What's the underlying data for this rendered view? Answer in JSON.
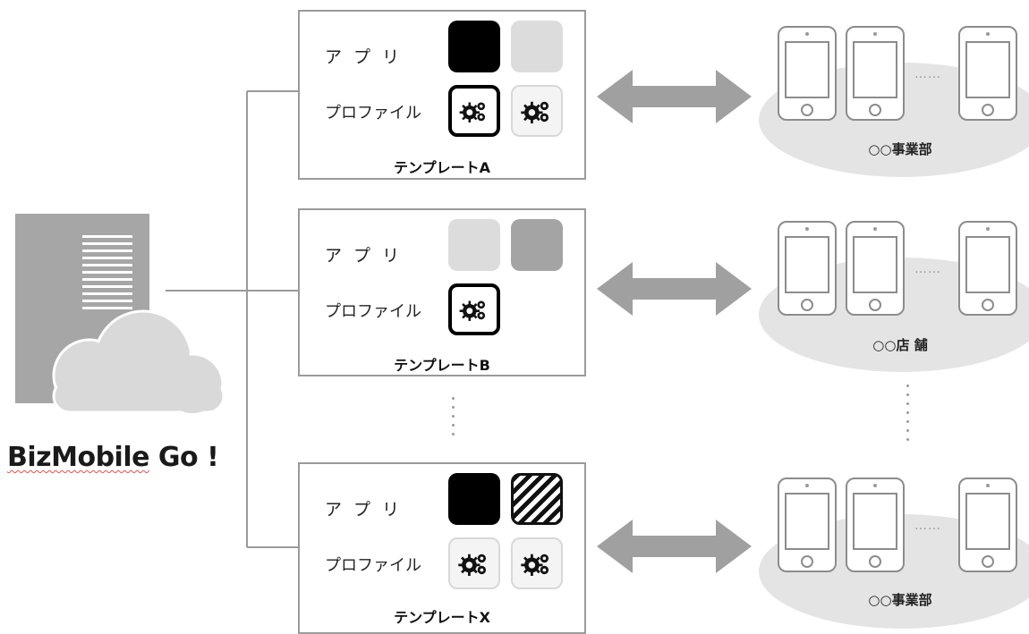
{
  "brand": {
    "name_part1": "BizMobile",
    "name_part2": " Go !"
  },
  "templates": [
    {
      "name": "テンプレートA",
      "app_label": "アプリ",
      "profile_label": "プロファイル",
      "apps": [
        "black",
        "light"
      ],
      "profiles": [
        "thick",
        "thin"
      ]
    },
    {
      "name": "テンプレートB",
      "app_label": "アプリ",
      "profile_label": "プロファイル",
      "apps": [
        "light",
        "mid"
      ],
      "profiles": [
        "thick"
      ]
    },
    {
      "name": "テンプレートX",
      "app_label": "アプリ",
      "profile_label": "プロファイル",
      "apps": [
        "black",
        "stripe"
      ],
      "profiles": [
        "thin",
        "thin"
      ]
    }
  ],
  "groups": [
    {
      "label": "○○事業部",
      "dots": "……"
    },
    {
      "label": "○○店 舗",
      "dots": "……"
    },
    {
      "label": "○○事業部",
      "dots": "……"
    }
  ],
  "colors": {
    "connector": "#9a9a9a",
    "arrow": "#a0a0a0",
    "building": "#a6a6a6",
    "cloud": "#d9d9d9",
    "ellipse": "#e4e4e4"
  }
}
